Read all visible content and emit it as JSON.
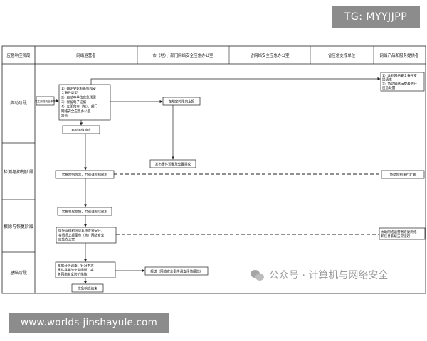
{
  "header": {
    "col_stage": "应急响应阶段",
    "col_operator": "网络运营者",
    "col_city_office": "市（地）、部门网络安全应急办公室",
    "col_province_office": "省网络安全应急办公室",
    "col_support": "省应急支撑单位",
    "col_vendor": "网络产品和服务提供者"
  },
  "stages": {
    "start": "启动阶段",
    "detect": "检测与抑制阶段",
    "recover": "根除与恢复阶段",
    "summary": "总结阶段"
  },
  "nodes": {
    "event": "发生网络安全事件",
    "start_actions": {
      "line1": "1）确定受影响系统和安",
      "line2": "全事件类型",
      "line3": "2）启动本单位应急预案",
      "line4": "3）保留电子证据",
      "line5": "4）立即向市（地）、部门",
      "line6": "网络安全应急办公室",
      "line7": "报告"
    },
    "start_incident": "启动IR值响应",
    "report_up": "在规定时限内上报",
    "vendor_notify": {
      "line1": "1）收到网络安全事件支",
      "line2": "援请求",
      "line3": "2）协助网络运营者进行",
      "line4": "应急处置"
    },
    "publish_warning": "发布事件预警及处置建议",
    "detect_plan": "实施抑制方案，并验证抑制效果",
    "assist_detect": "协助抑制事件扩散",
    "eradicate": "实施根除措施，并验证根除效果",
    "restore": {
      "line1": "恢复网络和信息系统正常运行，",
      "line2": "将情况上报至市（地）网络安全",
      "line3": "应急办公室"
    },
    "assist_restore": {
      "line1": "协助网络运营者恢复网络",
      "line2": "和信息系统正常运行"
    },
    "summary_actions": {
      "line1": "根据分析调查，针对本次",
      "line2": "事件暴露的安全问题，完",
      "line3": "善网络安全防护措施"
    },
    "report_submit": "报送《网络安全事件调查评估报告》",
    "archive": "应急响应结束"
  },
  "watermarks": {
    "tg": "TG: MYYJJPP",
    "site": "www.worlds-jinshayule.com",
    "wechat": "公众号 · 计算机与网络安全"
  }
}
